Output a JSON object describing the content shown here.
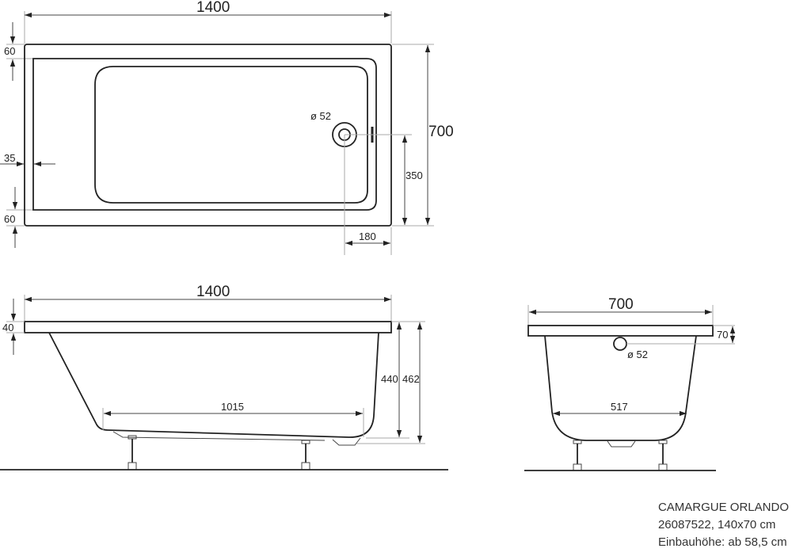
{
  "product": {
    "name": "CAMARGUE ORLANDO",
    "article_and_size": "26087522, 140x70 cm",
    "install_height": "Einbauhöhe: ab 58,5 cm"
  },
  "top_view": {
    "length": "1400",
    "width": "700",
    "rim_top": "60",
    "rim_bottom": "60",
    "rim_side": "35",
    "drain_diameter": "ø 52",
    "drain_from_bottom": "350",
    "drain_from_end": "180"
  },
  "side_view": {
    "length": "1400",
    "rim_thickness": "40",
    "inner_depth": "440",
    "total_height": "462",
    "bottom_length": "1015"
  },
  "end_view": {
    "width": "700",
    "overflow_offset": "70",
    "overflow_diameter": "ø 52",
    "bottom_width": "517"
  }
}
